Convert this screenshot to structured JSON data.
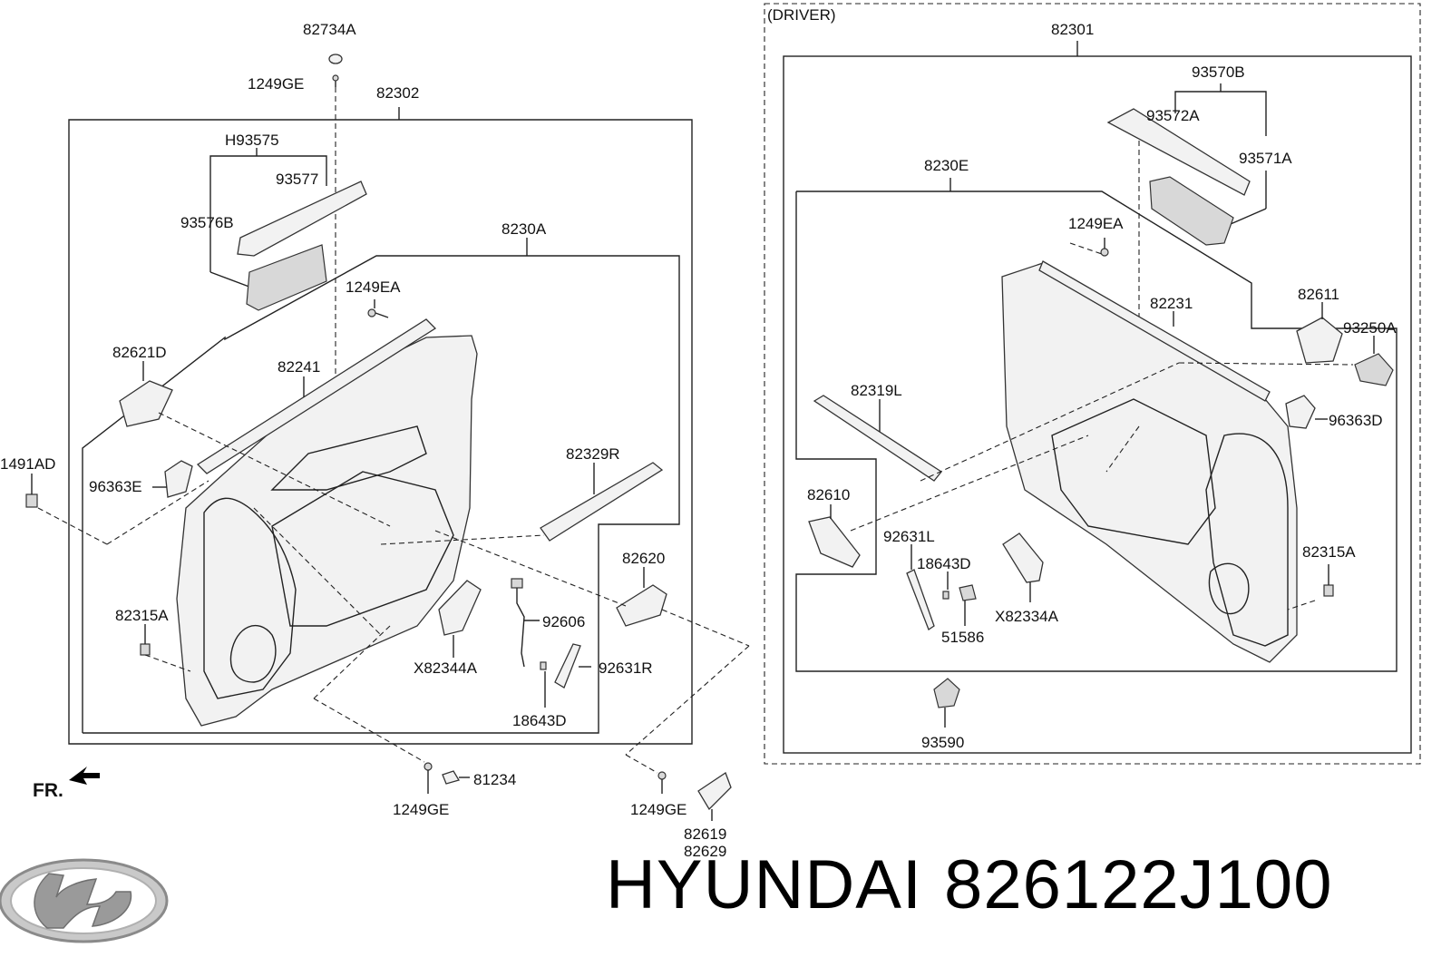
{
  "section_labels": {
    "driver": "(DRIVER)",
    "front_arrow": "FR."
  },
  "callouts": {
    "c82734A": "82734A",
    "c1249GE_top": "1249GE",
    "c82302": "82302",
    "cH93575": "H93575",
    "c93577": "93577",
    "c93576B": "93576B",
    "c8230A": "8230A",
    "c1249EA_left": "1249EA",
    "c82621D": "82621D",
    "c82241": "82241",
    "c1491AD": "1491AD",
    "c96363E": "96363E",
    "c82329R": "82329R",
    "c82620": "82620",
    "c82315A_left": "82315A",
    "c92606": "92606",
    "cX82344A": "X82344A",
    "c92631R": "92631R",
    "c18643D_left": "18643D",
    "c81234": "81234",
    "c1249GE_bottom": "1249GE",
    "c1249GE_right": "1249GE",
    "c82619": "82619",
    "c82629": "82629",
    "c82301": "82301",
    "c93570B": "93570B",
    "c93572A": "93572A",
    "c93571A": "93571A",
    "c8230E": "8230E",
    "c1249EA_right": "1249EA",
    "c82611": "82611",
    "c82231": "82231",
    "c93250A": "93250A",
    "c82319L": "82319L",
    "c96363D": "96363D",
    "c82610": "82610",
    "c92631L": "92631L",
    "c18643D_right": "18643D",
    "c82315A_right": "82315A",
    "cX82334A": "X82334A",
    "c51586": "51586",
    "c93590": "93590"
  },
  "brand": {
    "name": "HYUNDAI",
    "part_number": "826122J100"
  },
  "colors": {
    "line": "#222222",
    "part_fill": "#f2f2f2",
    "text": "#111111"
  }
}
